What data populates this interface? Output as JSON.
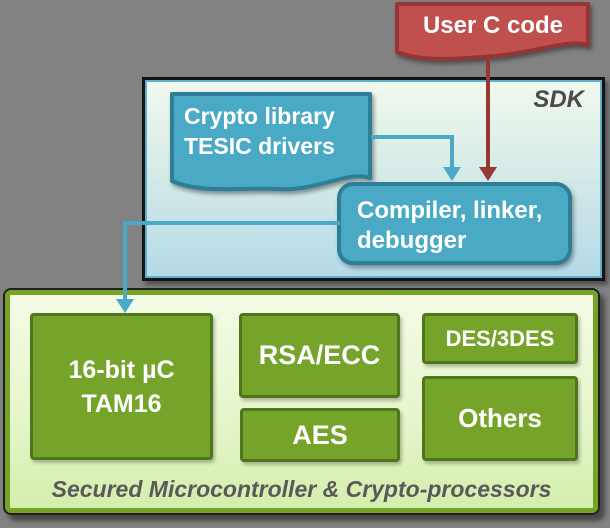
{
  "diagram": {
    "user_c_code": {
      "label": "User C code",
      "fill": "#c0504d",
      "border": "#943634"
    },
    "sdk": {
      "label": "SDK",
      "fill_top": "#f1f9ef",
      "fill_bottom": "#b4d9e8",
      "border": "#131313",
      "crypto_library": {
        "line1": "Crypto library",
        "line2": "TESIC drivers",
        "fill": "#4aaac6",
        "border": "#2e7e98"
      },
      "compiler": {
        "line1": "Compiler, linker,",
        "line2": "debugger",
        "fill": "#4aaac6",
        "border": "#2e7e98"
      }
    },
    "secured_area": {
      "caption": "Secured Microcontroller & Crypto-processors",
      "fill_top": "#f3fbe6",
      "fill_bottom": "#d3edaa",
      "border": "#75a327",
      "block_fill": "#76a42b",
      "block_border": "#4e761c",
      "blocks": [
        {
          "id": "tam16",
          "line1": "16-bit µC",
          "line2": "TAM16"
        },
        {
          "id": "rsa",
          "label": "RSA/ECC"
        },
        {
          "id": "aes",
          "label": "AES"
        },
        {
          "id": "des",
          "label": "DES/3DES"
        },
        {
          "id": "others",
          "label": "Others"
        }
      ]
    },
    "arrows": {
      "red": "#943735",
      "teal": "#4aaac6"
    }
  }
}
